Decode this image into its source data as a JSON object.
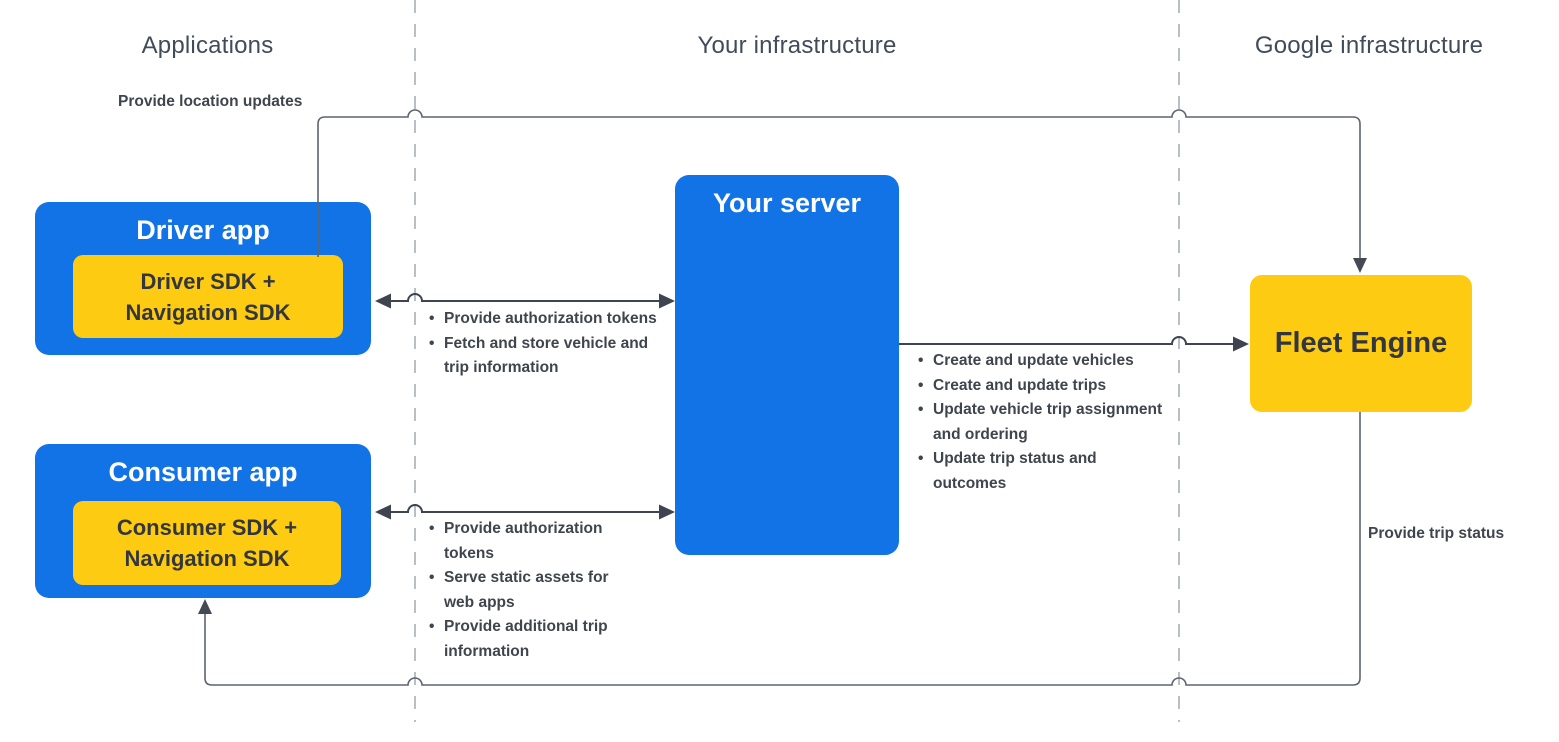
{
  "colors": {
    "node_blue": "#1273e6",
    "box_yellow": "#fccb12",
    "header_text": "#414b5a",
    "label_text": "#3f454d",
    "sdk_text": "#33373d",
    "thin_line": "#5d6470",
    "arrow_line": "#3e4450",
    "divider": "#b9bfc7",
    "background": "#ffffff"
  },
  "headers": {
    "applications": "Applications",
    "your_infrastructure": "Your infrastructure",
    "google_infrastructure": "Google infrastructure"
  },
  "nodes": {
    "driver_app": {
      "title": "Driver app",
      "sdk": "Driver SDK + Navigation SDK"
    },
    "consumer_app": {
      "title": "Consumer app",
      "sdk": "Consumer SDK + Navigation SDK"
    },
    "your_server": {
      "title": "Your server"
    },
    "fleet_engine": {
      "title": "Fleet Engine"
    }
  },
  "edge_labels": {
    "provide_location_updates": "Provide location updates",
    "provide_trip_status": "Provide trip status"
  },
  "edge_lists": {
    "driver_server": {
      "items": [
        "Provide authorization tokens",
        "Fetch and store vehicle and trip information"
      ]
    },
    "server_fleet": {
      "items": [
        "Create and update vehicles",
        "Create and update trips",
        "Update vehicle trip assignment and ordering",
        "Update trip status and outcomes"
      ]
    },
    "consumer_server": {
      "items": [
        "Provide authorization tokens",
        "Serve static assets for web apps",
        "Provide additional trip information"
      ]
    }
  }
}
